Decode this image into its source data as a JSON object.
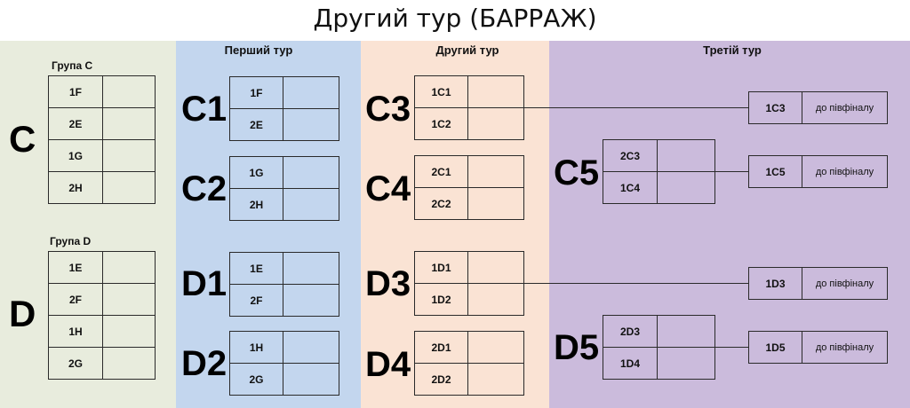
{
  "title": "Другий тур (БАРРАЖ)",
  "colors": {
    "groups_bg": "#e8ecdd",
    "round1_bg": "#c3d6ee",
    "round2_bg": "#fae3d4",
    "round3_bg": "#cbbbdc"
  },
  "groups": [
    {
      "letter": "C",
      "title": "Група C",
      "teams": [
        "1F",
        "2E",
        "1G",
        "2H"
      ]
    },
    {
      "letter": "D",
      "title": "Група D",
      "teams": [
        "1E",
        "2F",
        "1H",
        "2G"
      ]
    }
  ],
  "round1": {
    "title": "Перший тур",
    "matches": [
      {
        "label": "C1",
        "teams": [
          "1F",
          "2E"
        ]
      },
      {
        "label": "C2",
        "teams": [
          "1G",
          "2H"
        ]
      },
      {
        "label": "D1",
        "teams": [
          "1E",
          "2F"
        ]
      },
      {
        "label": "D2",
        "teams": [
          "1H",
          "2G"
        ]
      }
    ]
  },
  "round2": {
    "title": "Другий тур",
    "matches": [
      {
        "label": "C3",
        "teams": [
          "1C1",
          "1C2"
        ]
      },
      {
        "label": "C4",
        "teams": [
          "2C1",
          "2C2"
        ]
      },
      {
        "label": "D3",
        "teams": [
          "1D1",
          "1D2"
        ]
      },
      {
        "label": "D4",
        "teams": [
          "2D1",
          "2D2"
        ]
      }
    ]
  },
  "round3": {
    "title": "Третій тур",
    "matches": [
      {
        "label": "C5",
        "teams": [
          "2C3",
          "1C4"
        ]
      },
      {
        "label": "D5",
        "teams": [
          "2D3",
          "1D4"
        ]
      }
    ],
    "results": [
      {
        "team": "1C3",
        "note": "до півфіналу"
      },
      {
        "team": "1C5",
        "note": "до півфіналу"
      },
      {
        "team": "1D3",
        "note": "до півфіналу"
      },
      {
        "team": "1D5",
        "note": "до півфіналу"
      }
    ]
  }
}
